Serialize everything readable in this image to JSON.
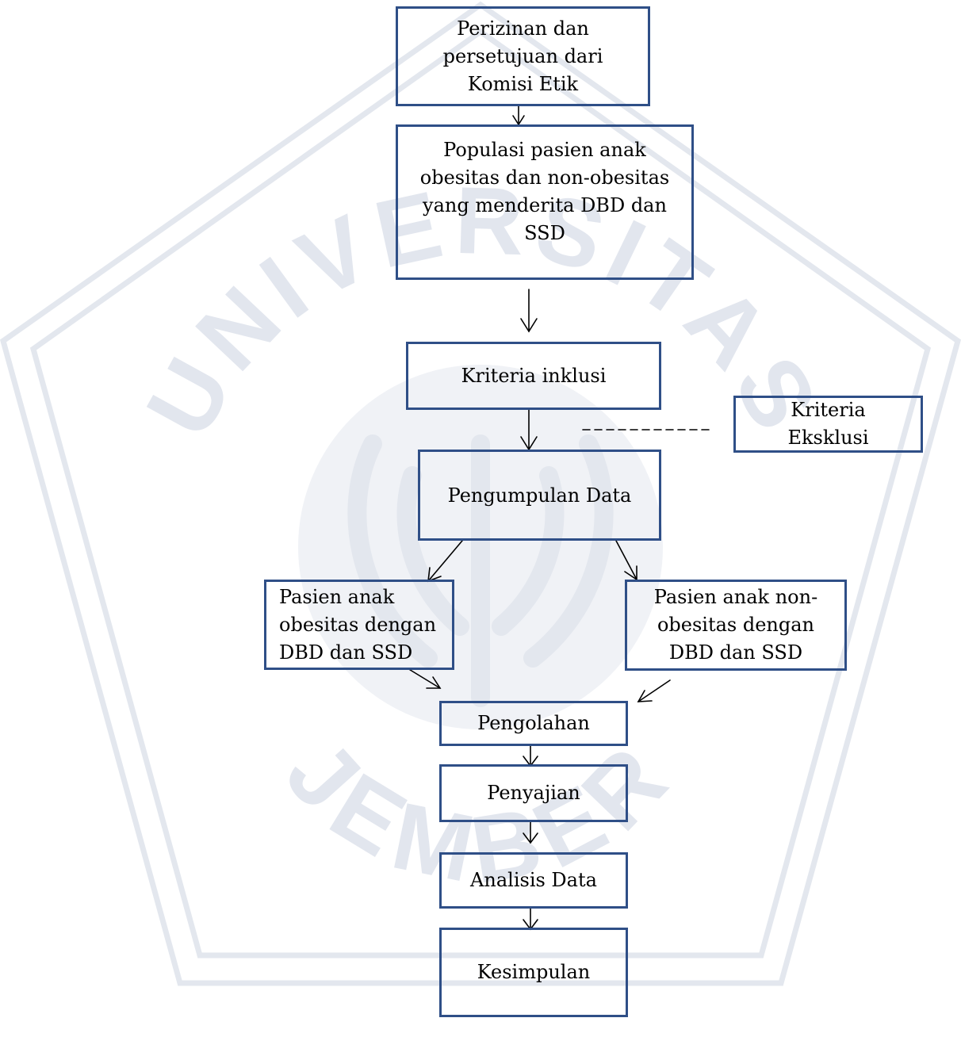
{
  "boxes": {
    "perizinan": [
      "Perizinan dan",
      "persetujuan dari",
      "Komisi Etik"
    ],
    "populasi": [
      "Populasi pasien anak",
      "obesitas dan non-obesitas",
      "yang menderita DBD dan",
      "SSD"
    ],
    "inklusi": [
      "Kriteria inklusi"
    ],
    "eksklusi": [
      "Kriteria",
      "Eksklusi"
    ],
    "pengumpulan": [
      "Pengumpulan Data"
    ],
    "obesitas": [
      "Pasien anak",
      "obesitas dengan",
      "DBD dan SSD"
    ],
    "non_obesitas": [
      "Pasien anak non-",
      "obesitas dengan",
      "DBD dan SSD"
    ],
    "pengolahan": [
      "Pengolahan"
    ],
    "penyajian": [
      "Penyajian"
    ],
    "analisis": [
      "Analisis Data"
    ],
    "kesimpulan": [
      "Kesimpulan"
    ]
  },
  "watermark": {
    "text_top": "UNIVERSITAS",
    "text_bottom": "JEMBER",
    "color": "#dfe4ec"
  },
  "colors": {
    "box_border": "#2f4f87",
    "arrow": "#000000"
  }
}
